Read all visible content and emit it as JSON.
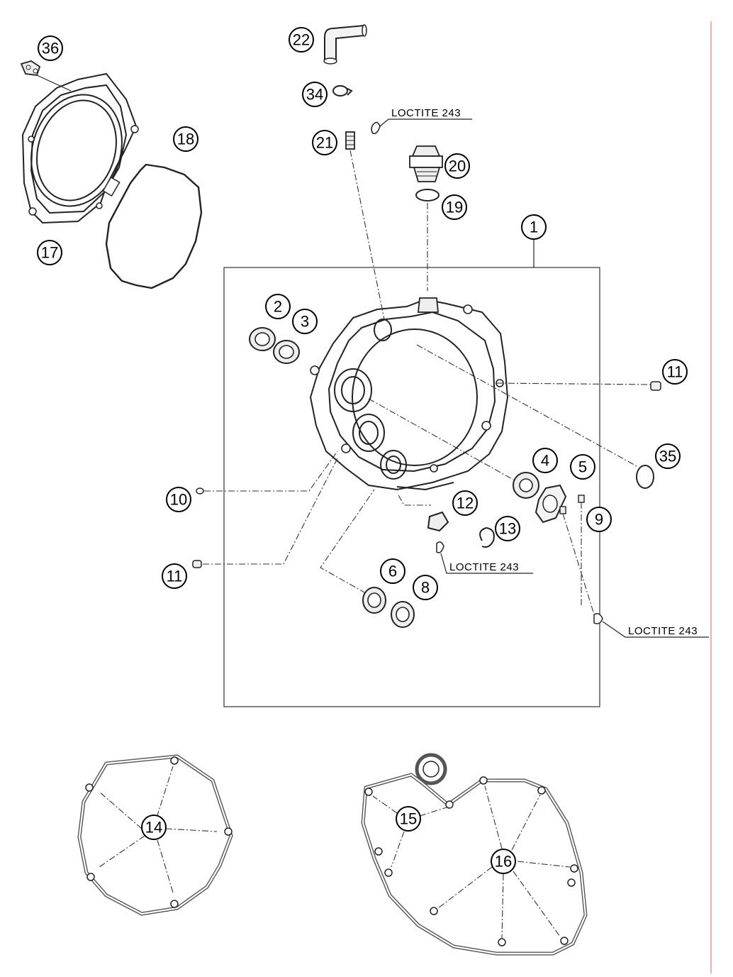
{
  "callouts": {
    "c1": "1",
    "c2": "2",
    "c3": "3",
    "c4": "4",
    "c5": "5",
    "c6": "6",
    "c8": "8",
    "c9": "9",
    "c10": "10",
    "c11a": "11",
    "c11b": "11",
    "c12": "12",
    "c13": "13",
    "c14": "14",
    "c15": "15",
    "c16": "16",
    "c17": "17",
    "c18": "18",
    "c19": "19",
    "c20": "20",
    "c21": "21",
    "c22": "22",
    "c34": "34",
    "c35": "35",
    "c36": "36"
  },
  "notes": {
    "loctite_top": "LOCTITE 243",
    "loctite_mid": "LOCTITE 243",
    "loctite_right": "LOCTITE 243"
  },
  "colors": {
    "line": "#000000",
    "margin_rule": "#e06060",
    "background": "#ffffff"
  }
}
